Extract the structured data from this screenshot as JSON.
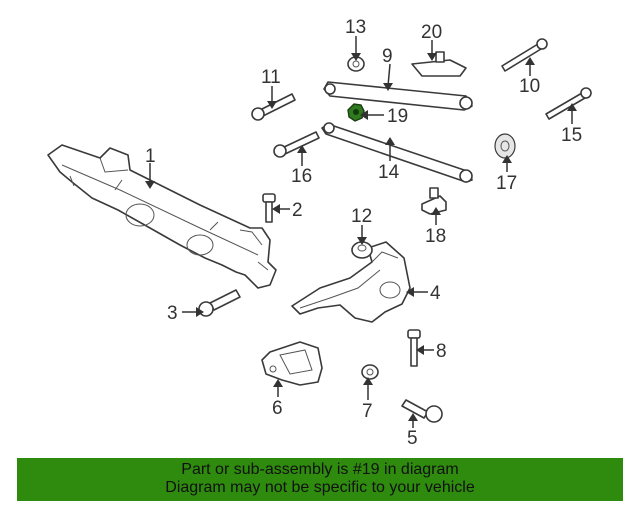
{
  "diagram": {
    "highlight_color": "#2f7a1f",
    "highlighted_callout": "19",
    "callouts": {
      "c1": "1",
      "c2": "2",
      "c3": "3",
      "c4": "4",
      "c5": "5",
      "c6": "6",
      "c7": "7",
      "c8": "8",
      "c9": "9",
      "c10": "10",
      "c11": "11",
      "c12": "12",
      "c13": "13",
      "c14": "14",
      "c15": "15",
      "c16": "16",
      "c17": "17",
      "c18": "18",
      "c19": "19",
      "c20": "20"
    }
  },
  "banner": {
    "background_color": "#2e8b0e",
    "line1": "Part or sub-assembly is #19 in diagram",
    "line2": "Diagram may not be specific to your vehicle"
  }
}
